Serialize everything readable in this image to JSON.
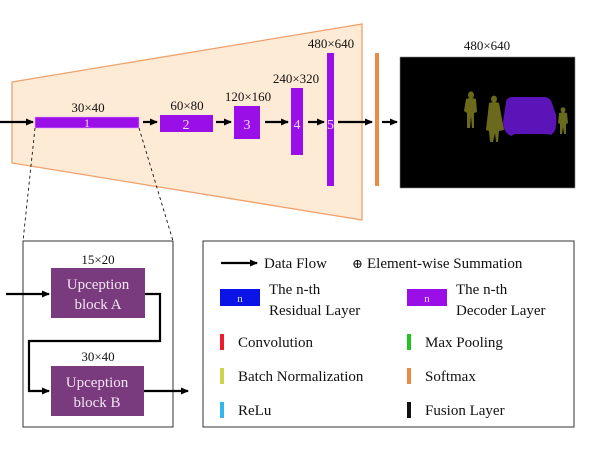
{
  "colors": {
    "decoder_purple": "#9a0ee8",
    "residual_blue": "#0a14e6",
    "upception_purple": "#7a3a7e",
    "trapezoid_fill": "#fdebd6",
    "trapezoid_stroke": "#f0a06a",
    "softmax_orange": "#ef8a45",
    "convolution_red": "#ee1c2a",
    "max_pooling_green": "#1fc41f",
    "batch_norm_yellow": "#cfd54a",
    "relu_cyan": "#33b6ea",
    "fusion_black": "#111111",
    "seg_person_olive": "#6b6a1c",
    "seg_car_purple": "#5a14b8"
  },
  "decoder": {
    "blocks": [
      {
        "number": "1",
        "resolution": "30×40"
      },
      {
        "number": "2",
        "resolution": "60×80"
      },
      {
        "number": "3",
        "resolution": "120×160"
      },
      {
        "number": "4",
        "resolution": "240×320"
      },
      {
        "number": "5",
        "resolution": "480×640"
      }
    ]
  },
  "output": {
    "resolution": "480×640",
    "image_description": "semantic segmentation map: black background, olive person silhouettes, purple car"
  },
  "inset": {
    "block_a": {
      "resolution": "15×20",
      "line1": "Upception",
      "line2": "block A"
    },
    "block_b": {
      "resolution": "30×40",
      "line1": "Upception",
      "line2": "block B"
    }
  },
  "legend": {
    "data_flow": "Data Flow",
    "summation_symbol": "⊕",
    "summation": "Element-wise Summation",
    "residual": {
      "n": "n",
      "line1": "The n-th",
      "line2": "Residual Layer"
    },
    "decoder": {
      "n": "n",
      "line1": "The n-th",
      "line2": "Decoder Layer"
    },
    "items": [
      {
        "label": "Convolution",
        "color_key": "convolution_red"
      },
      {
        "label": "Max Pooling",
        "color_key": "max_pooling_green"
      },
      {
        "label": "Batch Normalization",
        "color_key": "batch_norm_yellow"
      },
      {
        "label": "Softmax",
        "color_key": "softmax_orange"
      },
      {
        "label": "ReLu",
        "color_key": "relu_cyan"
      },
      {
        "label": "Fusion Layer",
        "color_key": "fusion_black"
      }
    ]
  }
}
